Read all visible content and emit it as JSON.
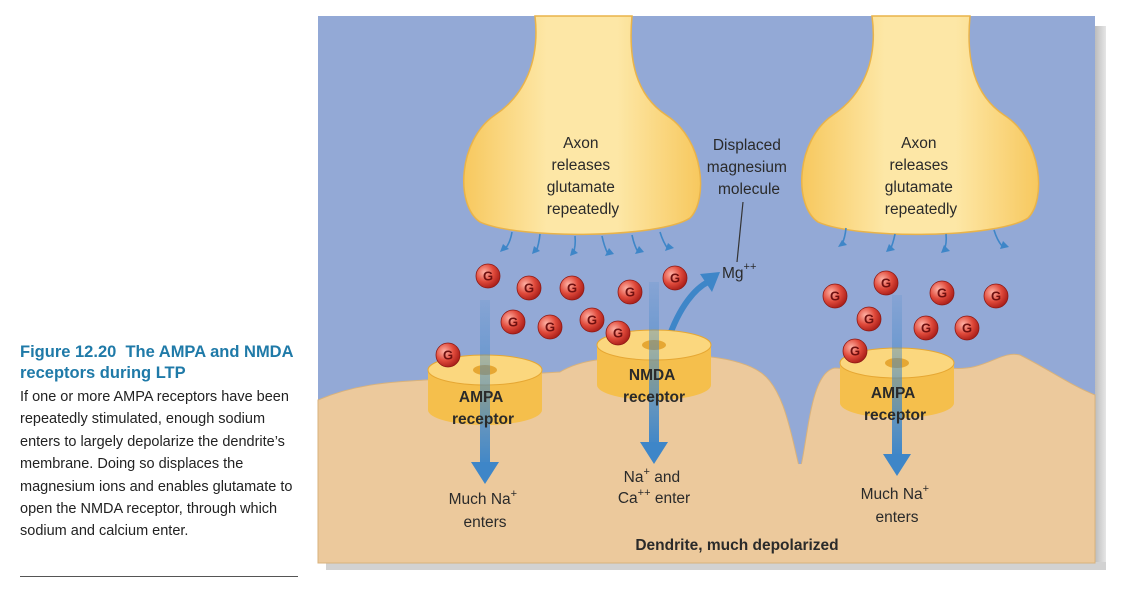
{
  "caption": {
    "figure_number": "Figure 12.20",
    "title": "The AMPA and NMDA receptors during LTP",
    "body": "If one or more AMPA receptors have been repeatedly stimulated, enough sodium enters to largely depolarize the dendrite’s membrane. Doing so displaces the magnesium ions and enables glutamate to open the NMDA receptor, through which sodium and calcium enter."
  },
  "diagram": {
    "axon_left_label": [
      "Axon",
      "releases",
      "glutamate",
      "repeatedly"
    ],
    "axon_right_label": [
      "Axon",
      "releases",
      "glutamate",
      "repeatedly"
    ],
    "displaced_label": [
      "Displaced",
      "magnesium",
      "molecule"
    ],
    "mg_label": "Mg",
    "mg_charge": "++",
    "glutamate_symbol": "G",
    "ampa_left": [
      "AMPA",
      "receptor"
    ],
    "nmda": [
      "NMDA",
      "receptor"
    ],
    "ampa_right": [
      "AMPA",
      "receptor"
    ],
    "ion_left": {
      "line1": "Much Na",
      "sup1": "+",
      "line2": "enters"
    },
    "ion_middle": {
      "na": "Na",
      "na_sup": "+",
      "and": " and",
      "ca": "Ca",
      "ca_sup": "++",
      "enter": " enter"
    },
    "ion_right": {
      "line1": "Much Na",
      "sup1": "+",
      "line2": "enters"
    },
    "dendrite_label": "Dendrite, much depolarized"
  },
  "colors": {
    "background": "#93a9d6",
    "axon": "#fbd97e",
    "dendrite": "#ecc99c",
    "receptor": "#f5bf4c",
    "arrow": "#3e86c8",
    "glutamate": "#d3332b",
    "caption_accent": "#1f7aa8"
  }
}
